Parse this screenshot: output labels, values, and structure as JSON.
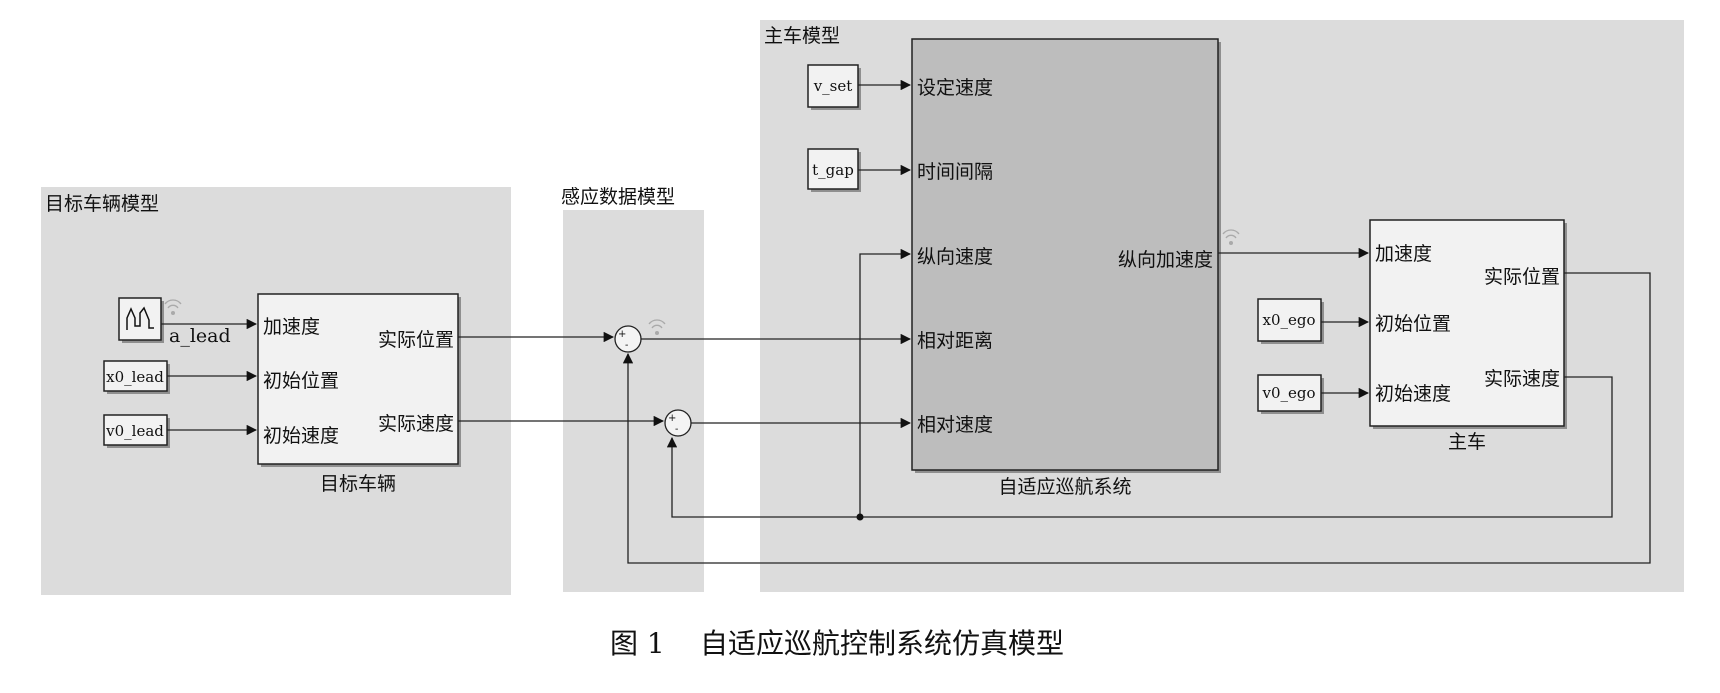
{
  "regions": {
    "target_model": "目标车辆模型",
    "sensor_model": "感应数据模型",
    "ego_model": "主车模型"
  },
  "target_vehicle": {
    "name": "目标车辆",
    "source_label": "a_lead",
    "inputs": [
      "加速度",
      "初始位置",
      "初始速度"
    ],
    "outputs": [
      "实际位置",
      "实际速度"
    ],
    "const_x0": "x0_lead",
    "const_v0": "v0_lead"
  },
  "sum_blocks": {
    "signs": [
      "+",
      "-"
    ]
  },
  "acc_system": {
    "name": "自适应巡航系统",
    "inputs": [
      "设定速度",
      "时间间隔",
      "纵向速度",
      "相对距离",
      "相对速度"
    ],
    "output": "纵向加速度",
    "const_vset": "v_set",
    "const_tgap": "t_gap"
  },
  "ego_vehicle": {
    "name": "主车",
    "inputs": [
      "加速度",
      "初始位置",
      "初始速度"
    ],
    "outputs": [
      "实际位置",
      "实际速度"
    ],
    "const_x0": "x0_ego",
    "const_v0": "v0_ego"
  },
  "caption": {
    "label": "图 1",
    "title": "自适应巡航控制系统仿真模型"
  }
}
